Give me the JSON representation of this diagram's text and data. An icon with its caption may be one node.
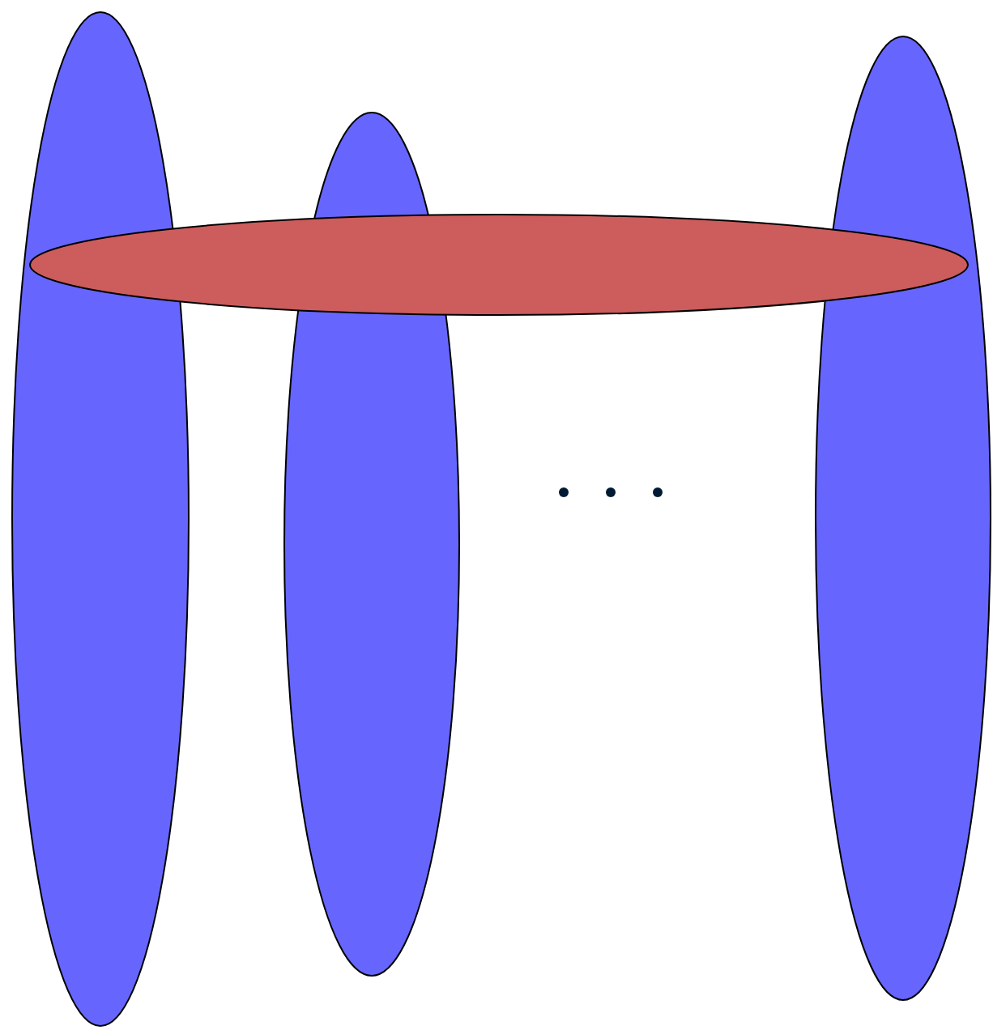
{
  "diagram": {
    "nodes": [
      {
        "text": [],
        "shape": "ellipse"
      },
      {
        "text": [],
        "shape": "ellipse"
      },
      {
        "text": [],
        "shape": "ellipse"
      },
      {
        "text": [],
        "shape": "ellipse"
      }
    ]
  }
}
